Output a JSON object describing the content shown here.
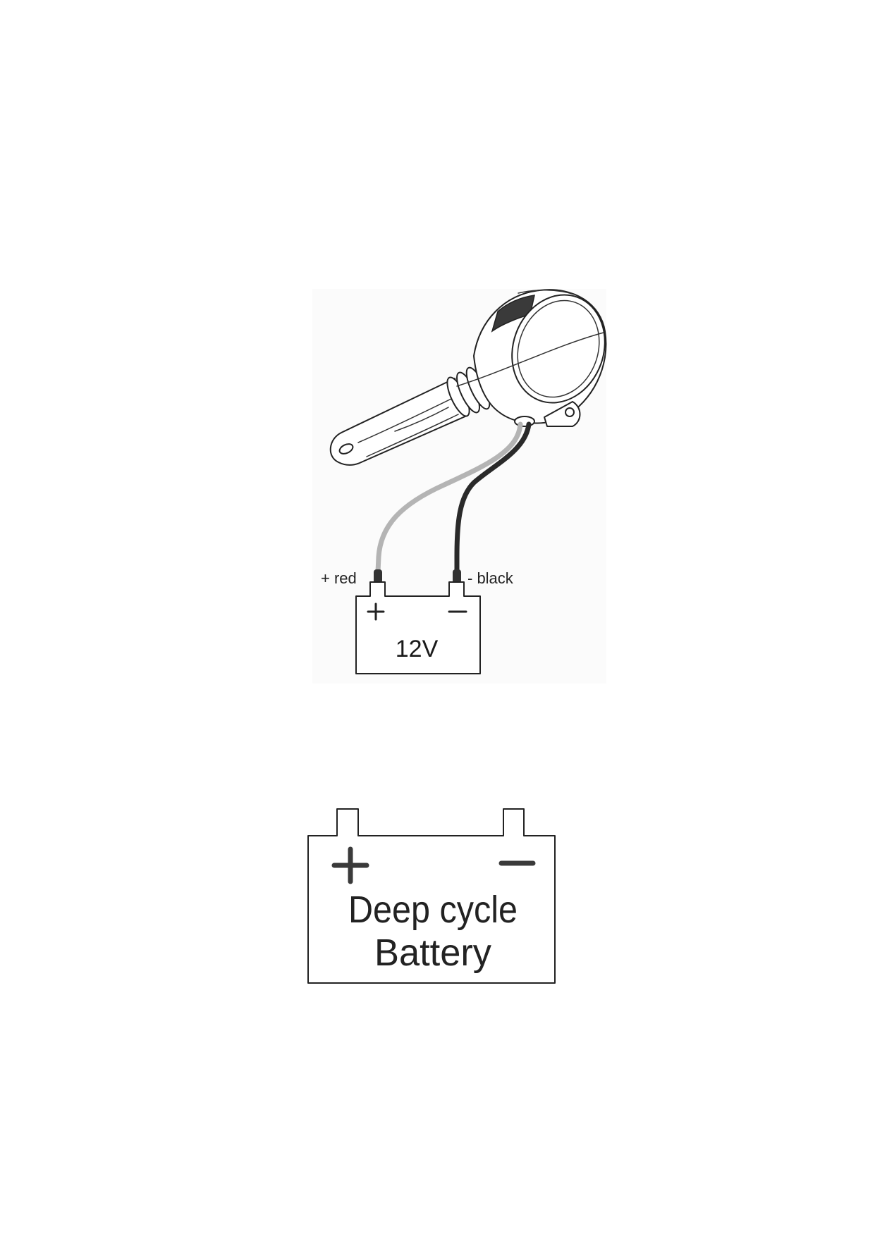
{
  "diagram": {
    "wiring": {
      "positive_label": "+ red",
      "negative_label": "- black",
      "battery_voltage": "12V",
      "wire_colors": {
        "positive": "#b4b4b4",
        "negative": "#2a2a2a"
      }
    },
    "battery": {
      "line1": "Deep cycle",
      "line2": "Battery"
    }
  }
}
